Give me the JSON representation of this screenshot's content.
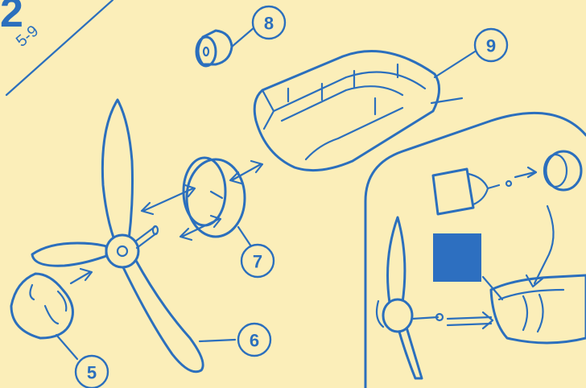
{
  "step": {
    "number": "2",
    "range": "5-9"
  },
  "callouts": {
    "part_5": "5",
    "part_6": "6",
    "part_7": "7",
    "part_8": "8",
    "part_9": "9"
  },
  "colors": {
    "paper": "#fbeeb9",
    "ink": "#2b6fbd",
    "swatch": "#2d6fc0"
  }
}
